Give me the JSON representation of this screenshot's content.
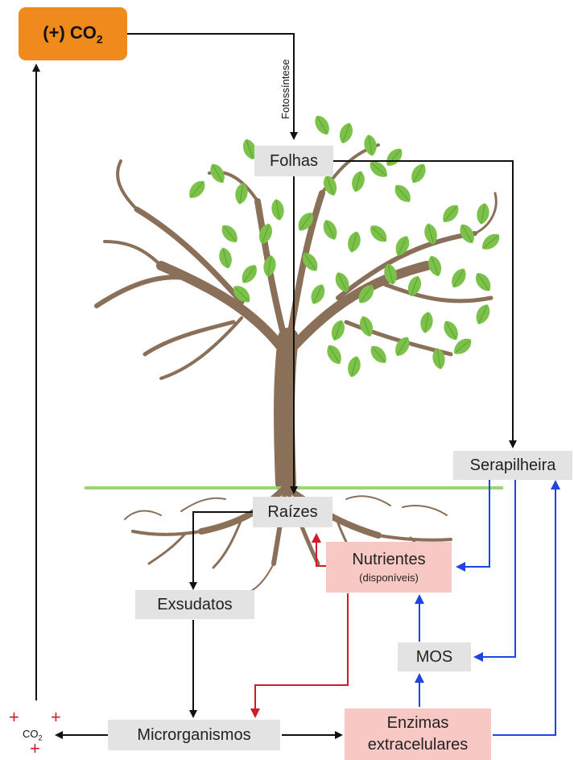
{
  "nodes": {
    "co2_title": "(+) CO",
    "co2_title_sub": "2",
    "fotossintese": "Fotossíntese",
    "folhas": "Folhas",
    "serapilheira": "Serapilheira",
    "raizes": "Raízes",
    "nutrientes": "Nutrientes",
    "nutrientes_sub": "(disponíveis)",
    "exsudatos": "Exsudatos",
    "mos": "MOS",
    "microrganismos": "Microrganismos",
    "enzimas_line1": "Enzimas",
    "enzimas_line2": "extracelulares",
    "co2_small": "CO",
    "co2_small_sub": "2",
    "plus": "+"
  },
  "colors": {
    "black_arrow": "#111111",
    "blue_arrow": "#1f45e0",
    "red_arrow": "#d11b2a",
    "orange_box": "#f08a1d",
    "grey_box": "#e3e3e3",
    "pink_box": "#f8c9c4",
    "trunk": "#8a7059",
    "leaf": "#7cc24a",
    "ground": "#8fd06a"
  }
}
